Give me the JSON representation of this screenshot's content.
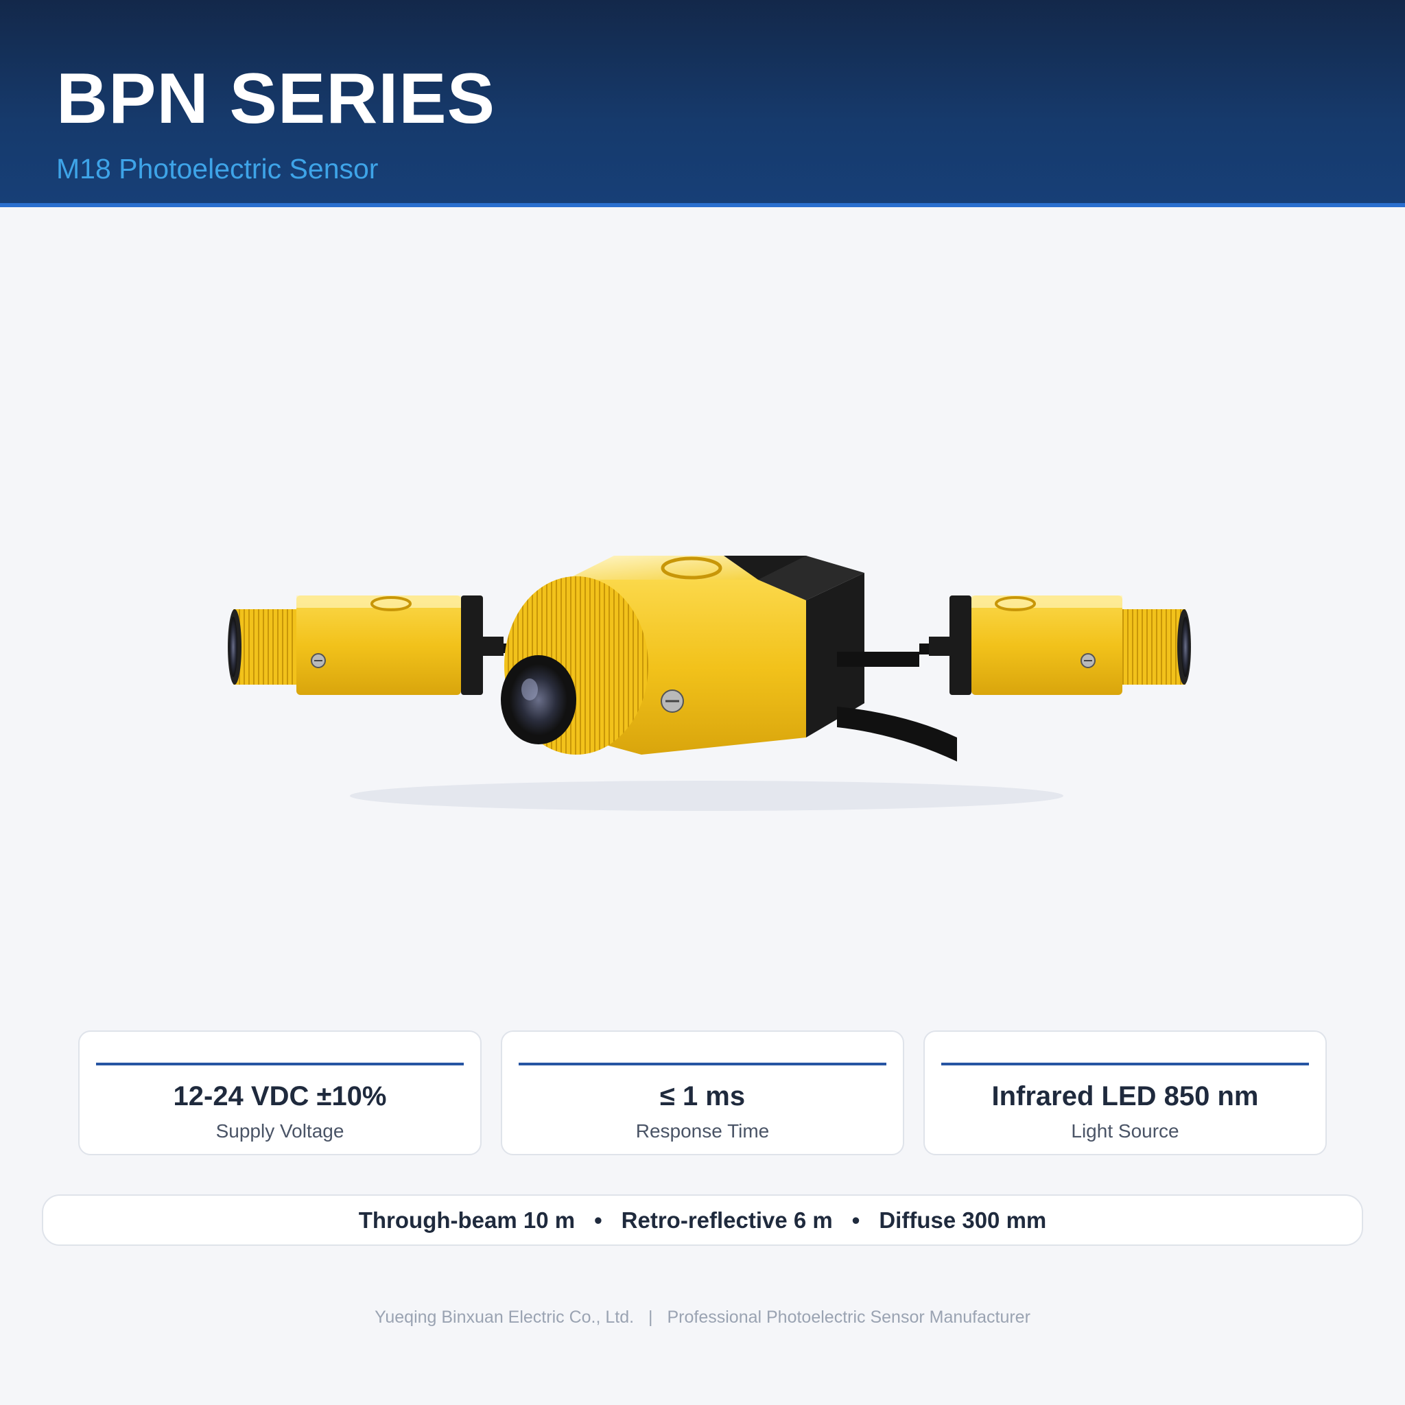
{
  "header": {
    "title": "BPN SERIES",
    "subtitle": "M18 Photoelectric Sensor"
  },
  "product": {
    "image_description": "yellow M18 photoelectric sensors (receiver, emitter, reflector head) with black cables"
  },
  "specs": [
    {
      "value": "12-24 VDC ±10%",
      "label": "Supply Voltage"
    },
    {
      "value": "≤ 1 ms",
      "label": "Response Time"
    },
    {
      "value": "Infrared LED 850 nm",
      "label": "Light Source"
    }
  ],
  "ranges": {
    "items": [
      "Through-beam 10 m",
      "Retro-reflective 6 m",
      "Diffuse 300 mm"
    ],
    "separator": "•"
  },
  "footer": {
    "company": "Yueqing Binxuan Electric Co., Ltd.",
    "separator": "|",
    "tagline": "Professional Photoelectric Sensor Manufacturer"
  },
  "colors": {
    "header_bg": "#163a6c",
    "accent_blue": "#2a6fcf",
    "subtitle_blue": "#3ea4e8",
    "sensor_yellow": "#f2c21b"
  }
}
